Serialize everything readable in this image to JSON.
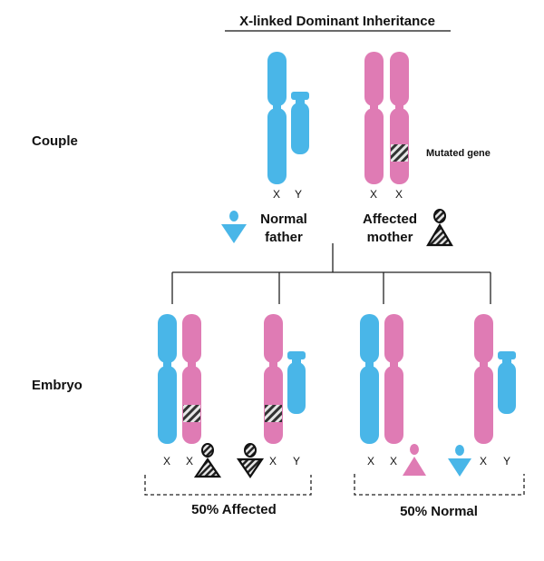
{
  "title": "X-linked Dominant Inheritance",
  "row_labels": {
    "couple": "Couple",
    "embryo": "Embryo"
  },
  "annotation": "Mutated gene",
  "parents": {
    "father": {
      "chromosome_labels": [
        "X",
        "Y"
      ],
      "label_lines": [
        "Normal",
        "father"
      ],
      "symbol": "male-normal"
    },
    "mother": {
      "chromosome_labels": [
        "X",
        "X"
      ],
      "label_lines": [
        "Affected",
        "mother"
      ],
      "symbol": "female-affected"
    }
  },
  "embryos": [
    {
      "chromosome_labels": [
        "X",
        "X"
      ],
      "symbol": "female-affected"
    },
    {
      "chromosome_labels": [
        "X",
        "Y"
      ],
      "symbol": "male-affected"
    },
    {
      "chromosome_labels": [
        "X",
        "X"
      ],
      "symbol": "female-normal"
    },
    {
      "chromosome_labels": [
        "X",
        "Y"
      ],
      "symbol": "male-normal"
    }
  ],
  "groups": {
    "affected": "50% Affected",
    "normal": "50% Normal"
  },
  "colors": {
    "male_chromosome": "#49b6e8",
    "female_chromosome": "#df7bb4",
    "mutation_hatch": "#333333",
    "text": "#111111",
    "lines": "#222222"
  }
}
